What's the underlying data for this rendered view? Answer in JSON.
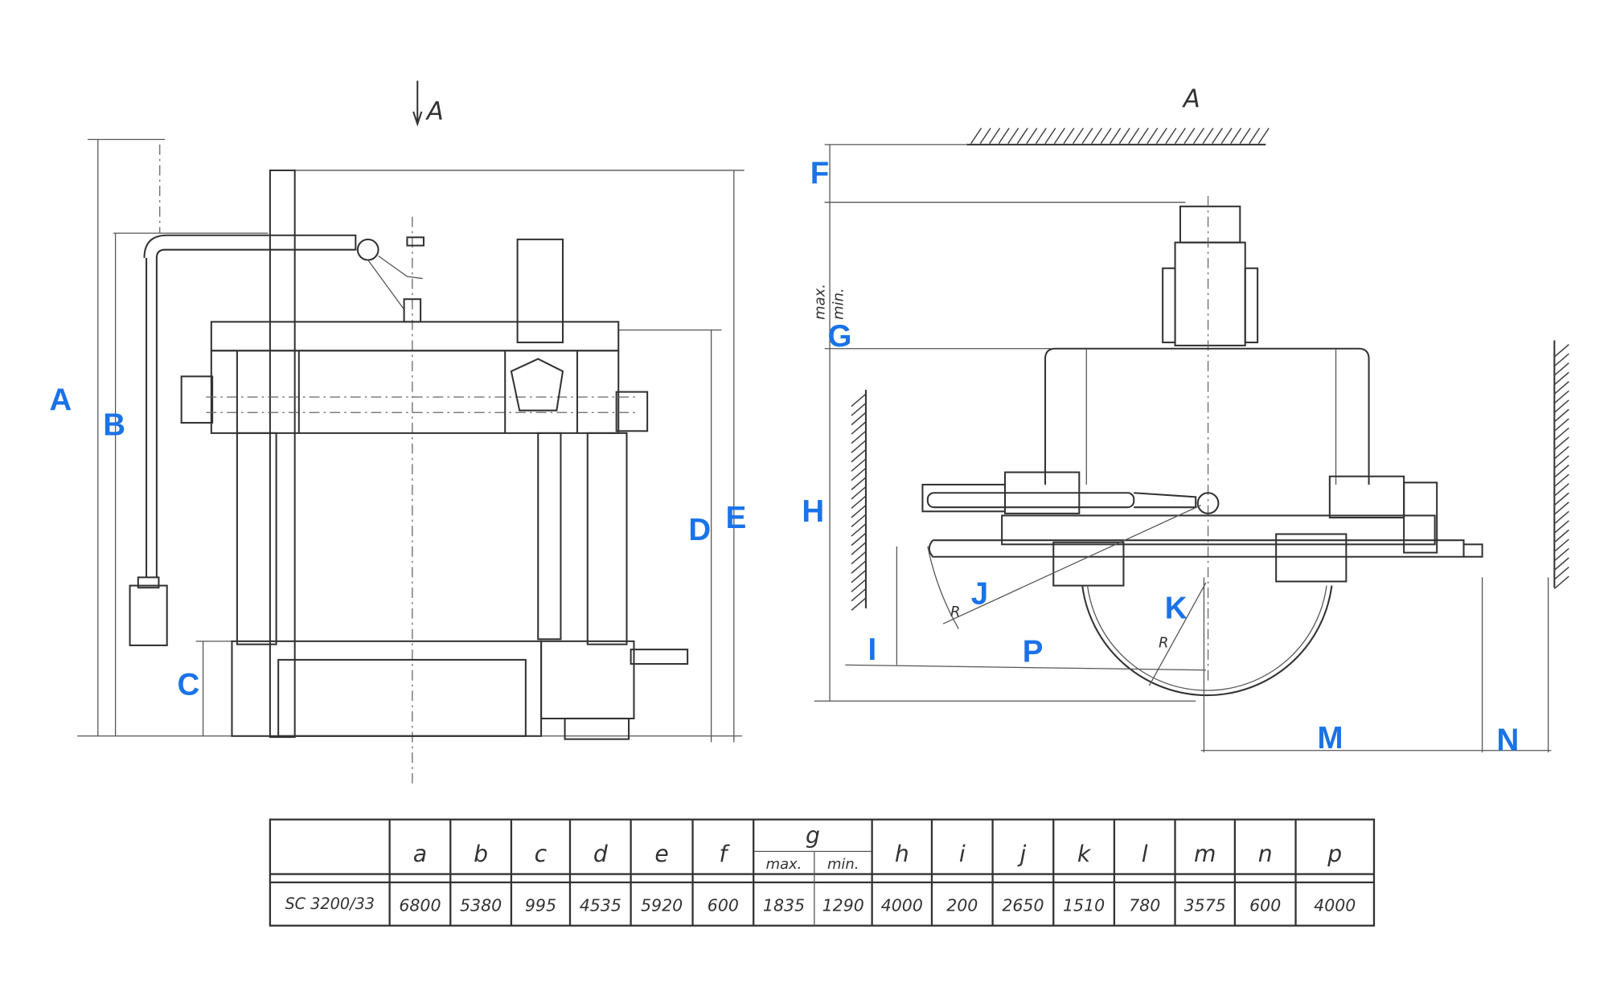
{
  "view_markers": {
    "left_arrow_label": "A",
    "right_view_label": "A"
  },
  "drawing_notes": {
    "g_max": "max.",
    "g_min": "min.",
    "radius_j": "R",
    "radius_k": "R"
  },
  "dimension_labels": [
    "A",
    "B",
    "C",
    "D",
    "E",
    "F",
    "G",
    "H",
    "I",
    "J",
    "K",
    "M",
    "N",
    "P"
  ],
  "table": {
    "headers": [
      "a",
      "b",
      "c",
      "d",
      "e",
      "f",
      "g",
      "h",
      "i",
      "j",
      "k",
      "l",
      "m",
      "n",
      "p"
    ],
    "g_subheaders": [
      "max.",
      "min."
    ],
    "row_label": "SC 3200/33",
    "values": [
      "6800",
      "5380",
      "995",
      "4535",
      "5920",
      "600",
      "1835",
      "1290",
      "4000",
      "200",
      "2650",
      "1510",
      "780",
      "3575",
      "600",
      "4000"
    ]
  },
  "colors": {
    "label": "#1a73e8",
    "line": "#333333"
  }
}
